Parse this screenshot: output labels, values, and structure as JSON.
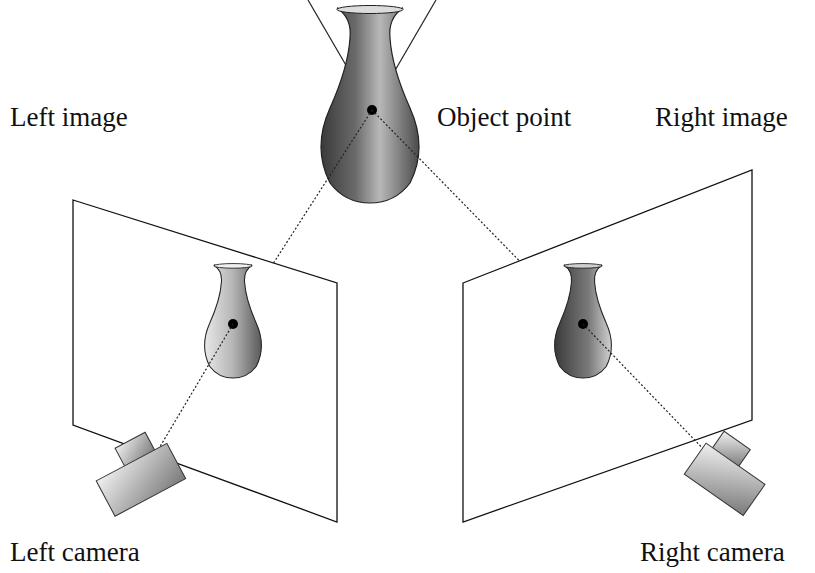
{
  "diagram": {
    "labels": [
      "Left image",
      "Object point",
      "Right image",
      "Left camera",
      "Right camera"
    ]
  }
}
